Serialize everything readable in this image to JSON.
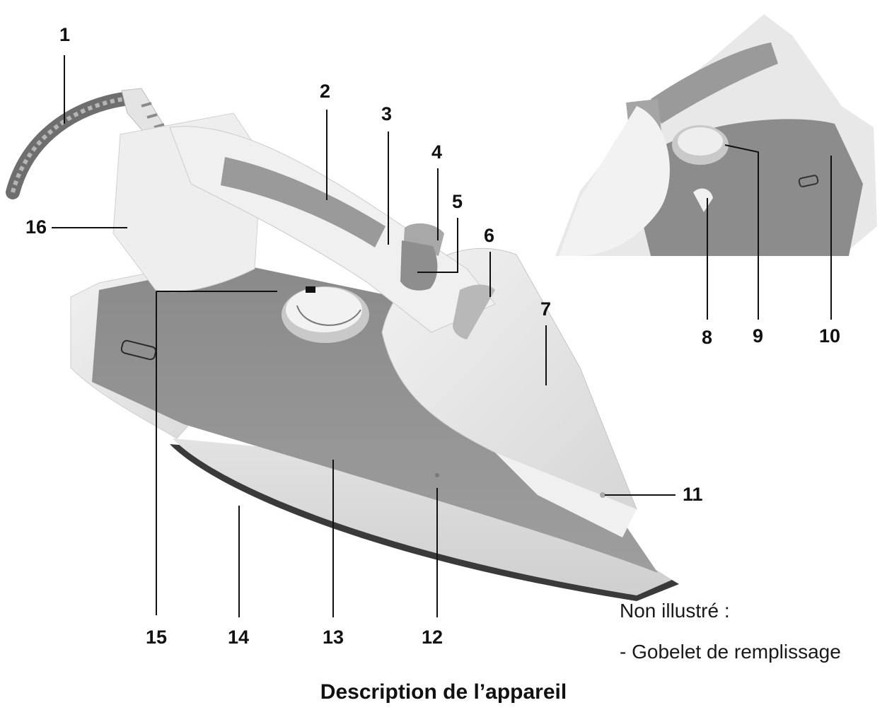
{
  "figure": {
    "title": "Description de l’appareil",
    "not_shown_heading": "Non illustré :",
    "not_shown_items": [
      "- Gobelet de remplissage"
    ]
  },
  "callouts": [
    {
      "id": "1",
      "label": "1"
    },
    {
      "id": "2",
      "label": "2"
    },
    {
      "id": "3",
      "label": "3"
    },
    {
      "id": "4",
      "label": "4"
    },
    {
      "id": "5",
      "label": "5"
    },
    {
      "id": "6",
      "label": "6"
    },
    {
      "id": "7",
      "label": "7"
    },
    {
      "id": "8",
      "label": "8"
    },
    {
      "id": "9",
      "label": "9"
    },
    {
      "id": "10",
      "label": "10"
    },
    {
      "id": "11",
      "label": "11"
    },
    {
      "id": "12",
      "label": "12"
    },
    {
      "id": "13",
      "label": "13"
    },
    {
      "id": "14",
      "label": "14"
    },
    {
      "id": "15",
      "label": "15"
    },
    {
      "id": "16",
      "label": "16"
    }
  ],
  "colors": {
    "body_white": "#e8e8e8",
    "panel_grey": "#8c8c8c",
    "grip_grey": "#9a9a9a",
    "soleplate_edge": "#3a3a3a",
    "text": "#111111"
  }
}
